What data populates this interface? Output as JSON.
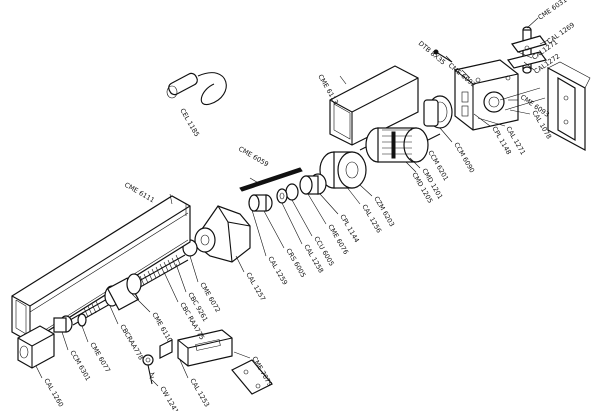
{
  "labels": {
    "cme6031": "CME 6031",
    "cal1269": "CAL 1269",
    "cal1271_top": "CAL1271",
    "cal1272": "CAL1272",
    "dtb": "DTB 8X35",
    "cme6092": "CME 6092",
    "cme6093": "CME 6093",
    "cal1078": "CAL 1078",
    "cpl1148": "CPL 1148",
    "cal1271": "CAL 1271",
    "ccm6090": "CCM 6090",
    "cme6113": "CME 6113",
    "cel1185": "CEL 1185",
    "cmd1201": "CMD 1201",
    "cmd1205": "CMD 1205",
    "ccm6201": "CCM 6201",
    "czm6203": "CZM 6203",
    "cme6059": "CME 6059",
    "cal1256": "CAL 1256",
    "cpl1144": "CPL 1144",
    "cme6076": "CME 6076",
    "ccu6005": "CCU 6005",
    "cal1258": "CAL 1258",
    "crs6005": "CRS 6005",
    "cal1259": "CAL 1259",
    "cme6111": "CME 6111",
    "cal1257": "CAL 1257",
    "cme6072": "CME 6072",
    "cbc9261": "CBC 9261",
    "cbc_raa775": "CBC RAA775",
    "cme6110": "CME 6110",
    "cbc_raa778": "CBCRAA778",
    "cme6077": "CME 6077",
    "ccm6301": "CCM 6301",
    "cal1260": "CAL 1260",
    "cme7079": "CME 7079",
    "cal1253": "CAL 1253",
    "cw1241": "CW 1241"
  }
}
